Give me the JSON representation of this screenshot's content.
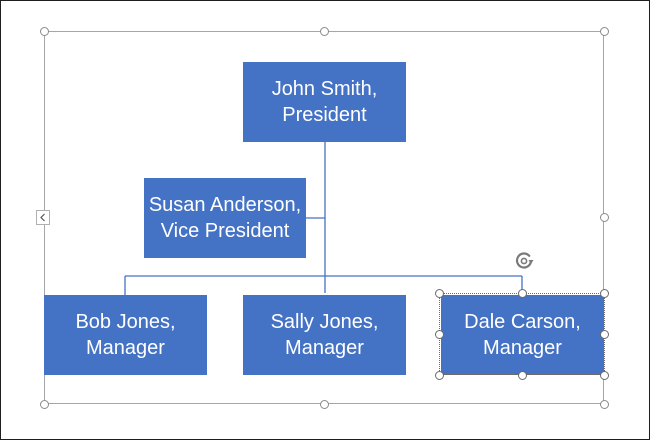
{
  "org_chart": {
    "nodes": [
      {
        "name": "John Smith,",
        "title": "President",
        "text": "John Smith,\nPresident"
      },
      {
        "name": "Susan Anderson,",
        "title": "Vice President",
        "text": "Susan Anderson,\nVice President"
      },
      {
        "name": "Bob Jones,",
        "title": "Manager",
        "text": "Bob Jones,\nManager"
      },
      {
        "name": "Sally Jones,",
        "title": "Manager",
        "text": "Sally Jones,\nManager"
      },
      {
        "name": "Dale Carson,",
        "title": "Manager",
        "text": "Dale Carson,\nManager"
      }
    ],
    "selected_node": "Dale Carson,"
  },
  "colors": {
    "node_fill": "#4472c4",
    "node_text": "#ffffff",
    "connector": "#4472c4",
    "frame_border": "#a6a6a6"
  },
  "icons": {
    "text_pane": "chevron-left-icon",
    "rotate": "rotate-icon"
  }
}
